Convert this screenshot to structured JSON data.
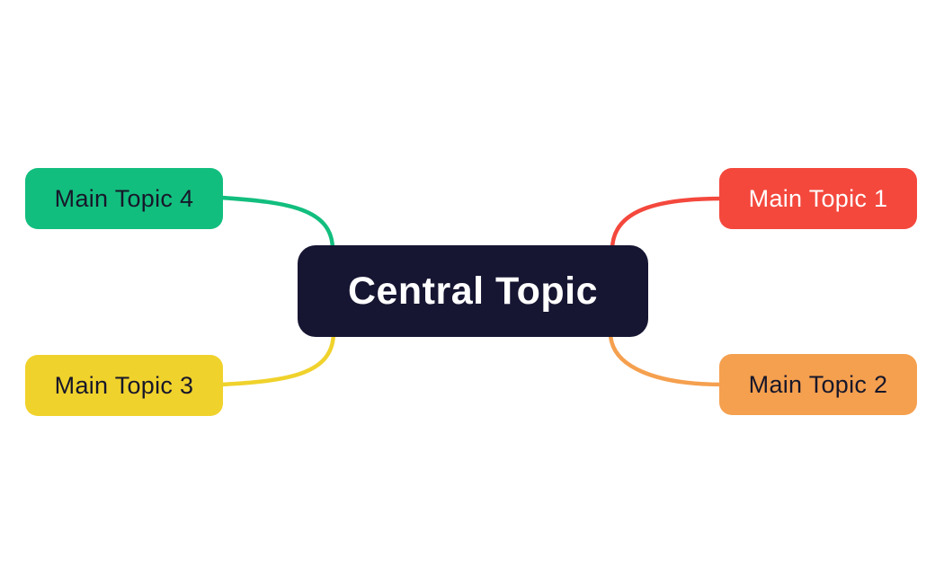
{
  "canvas": {
    "background_color": "#ffffff"
  },
  "mindmap": {
    "central": {
      "label": "Central Topic",
      "bg_color": "#161532",
      "text_color": "#ffffff"
    },
    "topics": [
      {
        "label": "Main Topic 1",
        "position": "top-right",
        "bg_color": "#F4483D",
        "text_color": "#ffffff",
        "connector_color": "#F4483D"
      },
      {
        "label": "Main Topic 2",
        "position": "bottom-right",
        "bg_color": "#F5A04F",
        "text_color": "#17172A",
        "connector_color": "#F5A04F"
      },
      {
        "label": "Main Topic 3",
        "position": "bottom-left",
        "bg_color": "#F0D22C",
        "text_color": "#17172A",
        "connector_color": "#F0D22C"
      },
      {
        "label": "Main Topic 4",
        "position": "top-left",
        "bg_color": "#12BE7E",
        "text_color": "#17172A",
        "connector_color": "#12BE7E"
      }
    ]
  }
}
